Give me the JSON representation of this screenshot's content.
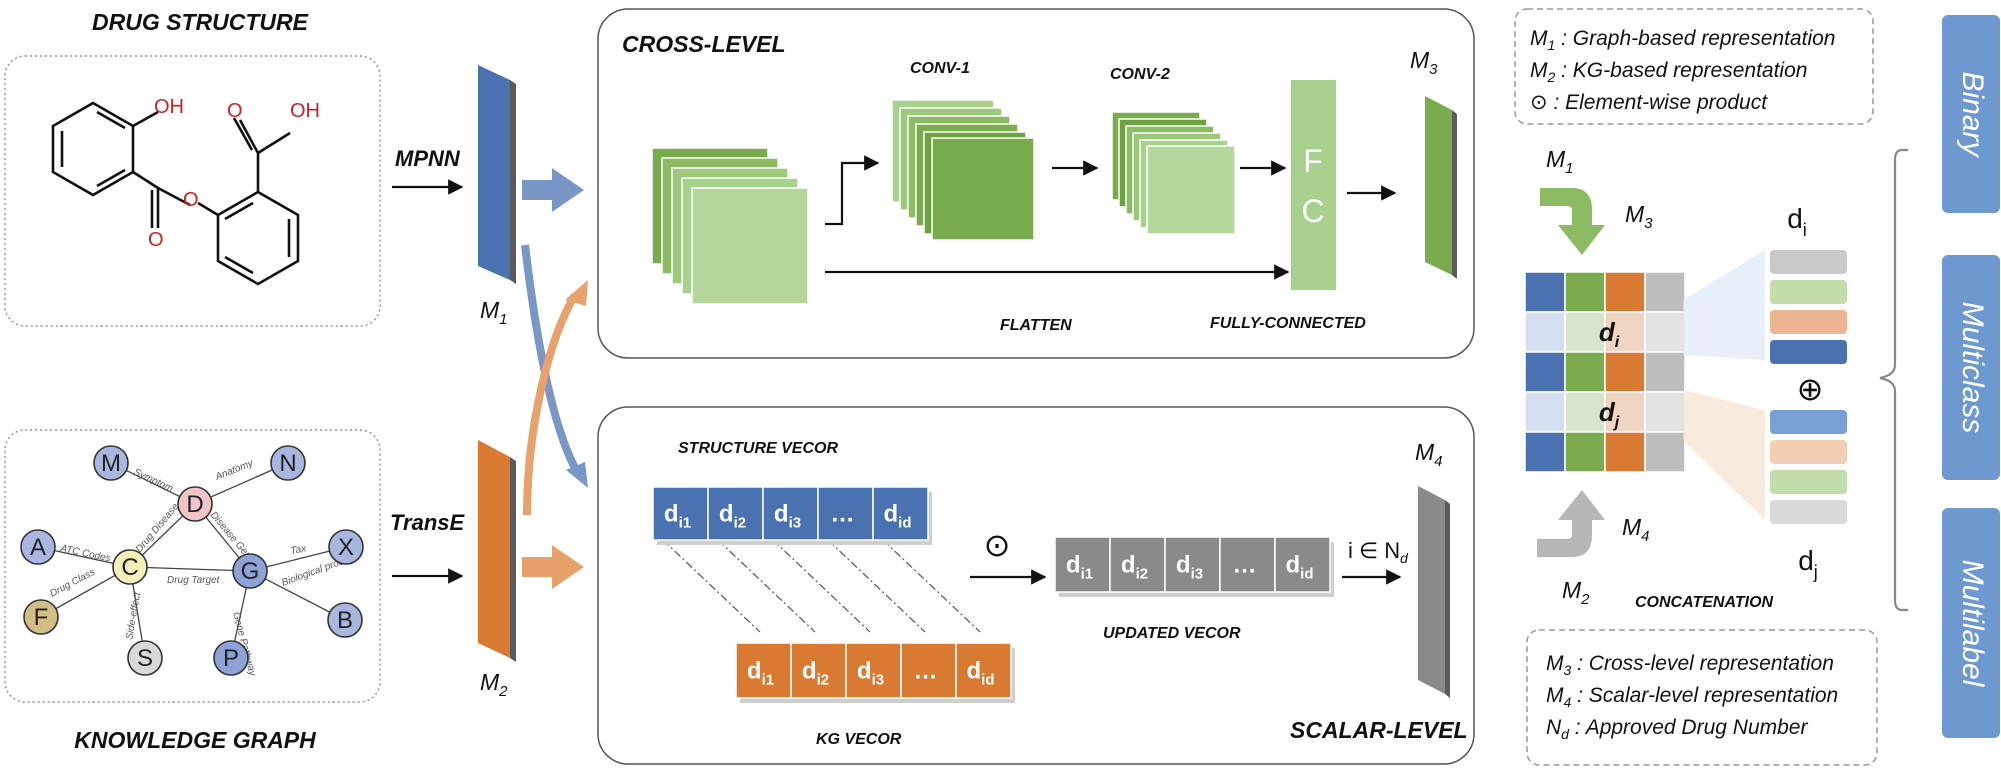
{
  "panels": {
    "drug_structure": {
      "title": "DRUG STRUCTURE",
      "atoms": {
        "oh_top": "OH",
        "o_carbonyl_right": "O",
        "oh_right": "OH",
        "o_ester": "O",
        "o_carbonyl_left": "O"
      }
    },
    "knowledge_graph": {
      "title": "KNOWLEDGE GRAPH",
      "nodes": [
        "M",
        "N",
        "D",
        "A",
        "C",
        "G",
        "X",
        "F",
        "S",
        "P",
        "B"
      ],
      "edges": [
        "Symptom",
        "Anatomy",
        "Drug Disease",
        "Disease Gene",
        "ATC Codes",
        "Tax",
        "Drug Class",
        "Drug Target",
        "Biological process",
        "Side-effect",
        "Gene Pathway"
      ]
    },
    "cross_level": {
      "title": "CROSS-LEVEL",
      "conv1": "CONV-1",
      "conv2": "CONV-2",
      "fc": [
        "F",
        "C"
      ],
      "flatten": "FLATTEN",
      "fully_connected": "FULLY-CONNECTED",
      "output": "M",
      "output_sub": "3"
    },
    "scalar_level": {
      "title": "SCALAR-LEVEL",
      "structure_vector": "STRUCTURE VECOR",
      "kg_vector": "KG VECOR",
      "updated_vector": "UPDATED VECOR",
      "cells": [
        {
          "base": "d",
          "sub": "i1"
        },
        {
          "base": "d",
          "sub": "i2"
        },
        {
          "base": "d",
          "sub": "i3"
        },
        {
          "base": "…",
          "sub": ""
        },
        {
          "base": "d",
          "sub": "id"
        }
      ],
      "product_symbol": "⊙",
      "index_label": "i ∈ N",
      "index_sub": "d",
      "output": "M",
      "output_sub": "4"
    }
  },
  "encoders": {
    "mpnn": "MPNN",
    "transe": "TransE",
    "m1": "M",
    "m1_sub": "1",
    "m2": "M",
    "m2_sub": "2"
  },
  "concat": {
    "m1": "M",
    "m1_sub": "1",
    "m3": "M",
    "m3_sub": "3",
    "m4": "M",
    "m4_sub": "4",
    "m2": "M",
    "m2_sub": "2",
    "di": "d",
    "di_sub": "i",
    "dj": "d",
    "dj_sub": "j",
    "label": "CONCATENATION",
    "plus": "⊕",
    "vec_di": "d",
    "vec_di_sub": "i",
    "vec_dj": "d",
    "vec_dj_sub": "j"
  },
  "legend_top": [
    {
      "sym": "M",
      "sub": "1",
      "text": " : Graph-based representation"
    },
    {
      "sym": "M",
      "sub": "2",
      "text": " : KG-based representation"
    },
    {
      "sym": "⊙",
      "sub": "",
      "text": " : Element-wise product"
    }
  ],
  "legend_bottom": [
    {
      "sym": "M",
      "sub": "3",
      "text": " : Cross-level representation"
    },
    {
      "sym": "M",
      "sub": "4",
      "text": " : Scalar-level representation"
    },
    {
      "sym": "N",
      "sub": "d",
      "text": " : Approved Drug Number"
    }
  ],
  "tasks": [
    "Binary",
    "Multiclass",
    "Multilabel"
  ],
  "colors": {
    "blue": "#4a72b0",
    "green": "#7aac4e",
    "light_green": "#a9d18e",
    "orange": "#d97a33",
    "gray": "#8a8a8a",
    "task_blue": "#6e98d0",
    "red_atom": "#d41f1f"
  }
}
